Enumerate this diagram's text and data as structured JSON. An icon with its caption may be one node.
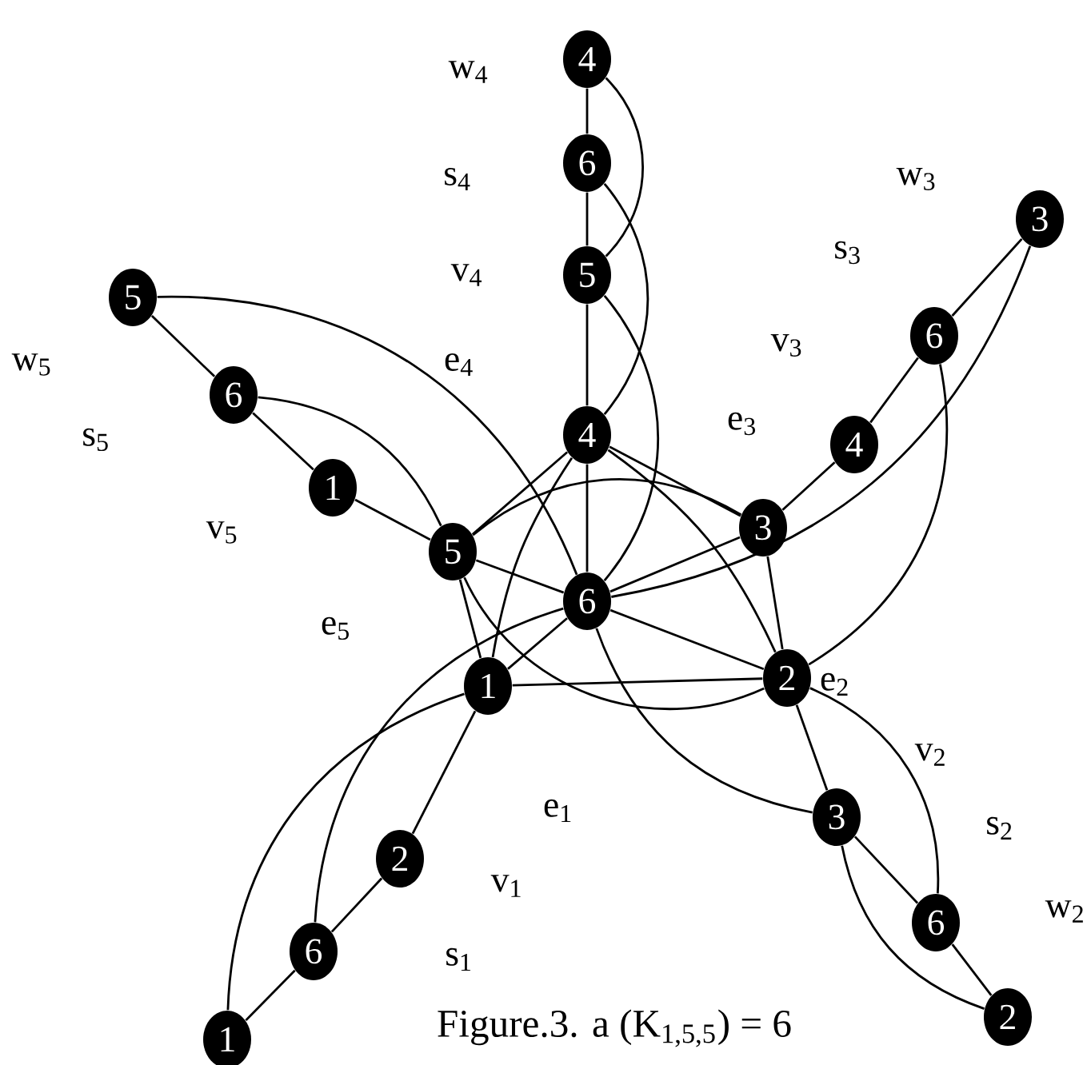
{
  "diagram": {
    "caption": "Figure.3. a (K$_{1,5,5}$) = 6",
    "nodes": [
      {
        "text": [
          "4"
        ]
      },
      {
        "text": [
          "6"
        ]
      },
      {
        "text": [
          "5"
        ]
      },
      {
        "text": [
          "3"
        ]
      },
      {
        "text": [
          "5"
        ]
      },
      {
        "text": [
          "6"
        ]
      },
      {
        "text": [
          "6"
        ]
      },
      {
        "text": [
          "4"
        ]
      },
      {
        "text": [
          "4"
        ]
      },
      {
        "text": [
          "1"
        ]
      },
      {
        "text": [
          "3"
        ]
      },
      {
        "text": [
          "5"
        ]
      },
      {
        "text": [
          "6"
        ]
      },
      {
        "text": [
          "2"
        ]
      },
      {
        "text": [
          "1"
        ]
      },
      {
        "text": [
          "3"
        ]
      },
      {
        "text": [
          "2"
        ]
      },
      {
        "text": [
          "6"
        ]
      },
      {
        "text": [
          "6"
        ]
      },
      {
        "text": [
          "2"
        ]
      },
      {
        "text": [
          "1"
        ]
      }
    ],
    "edges": [
      {
        "from": 0,
        "to": 1,
        "arrow": "none"
      },
      {
        "from": 1,
        "to": 2,
        "arrow": "none"
      },
      {
        "from": 2,
        "to": 7,
        "arrow": "none"
      },
      {
        "from": 3,
        "to": 5,
        "arrow": "none"
      },
      {
        "from": 5,
        "to": 8,
        "arrow": "none"
      },
      {
        "from": 8,
        "to": 10,
        "arrow": "none"
      },
      {
        "from": 13,
        "to": 15,
        "arrow": "none"
      },
      {
        "from": 15,
        "to": 17,
        "arrow": "none"
      },
      {
        "from": 17,
        "to": 19,
        "arrow": "none"
      },
      {
        "from": 14,
        "to": 16,
        "arrow": "none"
      },
      {
        "from": 16,
        "to": 18,
        "arrow": "none"
      },
      {
        "from": 18,
        "to": 20,
        "arrow": "none"
      },
      {
        "from": 4,
        "to": 6,
        "arrow": "none"
      },
      {
        "from": 6,
        "to": 9,
        "arrow": "none"
      },
      {
        "from": 9,
        "to": 11,
        "arrow": "none"
      },
      {
        "from": 7,
        "to": 11,
        "arrow": "none"
      },
      {
        "from": 7,
        "to": 10,
        "arrow": "none"
      },
      {
        "from": 7,
        "to": 12,
        "arrow": "none"
      },
      {
        "from": 7,
        "to": 14,
        "arrow": "none"
      },
      {
        "from": 7,
        "to": 13,
        "arrow": "none"
      },
      {
        "from": 11,
        "to": 12,
        "arrow": "none"
      },
      {
        "from": 11,
        "to": 14,
        "arrow": "none"
      },
      {
        "from": 14,
        "to": 12,
        "arrow": "none"
      },
      {
        "from": 12,
        "to": 10,
        "arrow": "none"
      },
      {
        "from": 12,
        "to": 13,
        "arrow": "none"
      },
      {
        "from": 10,
        "to": 13,
        "arrow": "none"
      },
      {
        "from": 14,
        "to": 13,
        "arrow": "none"
      },
      {
        "from": 0,
        "to": 2,
        "arrow": "none"
      },
      {
        "from": 1,
        "to": 7,
        "arrow": "none"
      },
      {
        "from": 2,
        "to": 12,
        "arrow": "none"
      },
      {
        "from": 3,
        "to": 12,
        "arrow": "none"
      },
      {
        "from": 5,
        "to": 13,
        "arrow": "none"
      },
      {
        "from": 19,
        "to": 15,
        "arrow": "none"
      },
      {
        "from": 17,
        "to": 13,
        "arrow": "none"
      },
      {
        "from": 15,
        "to": 12,
        "arrow": "none"
      },
      {
        "from": 20,
        "to": 14,
        "arrow": "none"
      },
      {
        "from": 18,
        "to": 12,
        "arrow": "none"
      },
      {
        "from": 4,
        "to": 12,
        "arrow": "none"
      },
      {
        "from": 6,
        "to": 11,
        "arrow": "none"
      },
      {
        "from": 11,
        "to": 13,
        "arrow": "none"
      },
      {
        "from": 11,
        "to": 10,
        "arrow": "none"
      }
    ],
    "labels": [
      "w$_{4}$",
      "s$_{4}$",
      "w$_{3}$",
      "v$_{4}$",
      "s$_{3}$",
      "w$_{5}$",
      "v$_{3}$",
      "e$_{4}$",
      "e$_{3}$",
      "s$_{5}$",
      "v$_{5}$",
      "e$_{5}$",
      "e$_{2}$",
      "v$_{2}$",
      "e$_{1}$",
      "s$_{2}$",
      "v$_{1}$",
      "w$_{2}$",
      "s$_{1}$"
    ]
  }
}
